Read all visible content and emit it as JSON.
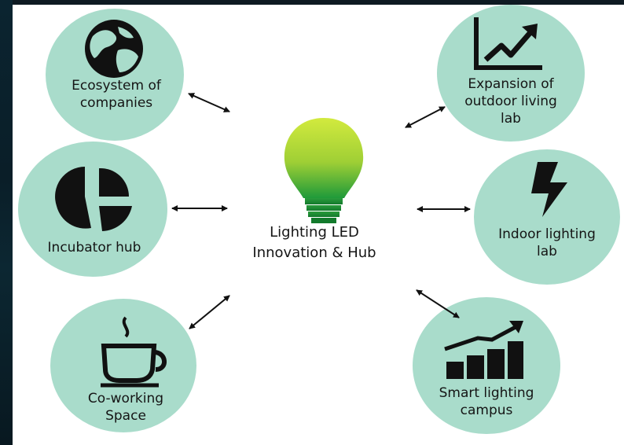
{
  "center": {
    "line1": "Lighting LED",
    "line2": "Innovation & Hub"
  },
  "nodes": {
    "ecosystem": {
      "line1": "Ecosystem of",
      "line2": "companies",
      "icon": "globe-icon"
    },
    "expansion": {
      "line1": "Expansion of",
      "line2": "outdoor living",
      "line3": "lab",
      "icon": "trend-chart-icon"
    },
    "incubator": {
      "line1": "Incubator hub",
      "icon": "pie-chart-icon"
    },
    "indoor": {
      "line1": "Indoor lighting",
      "line2": "lab",
      "icon": "lightning-bolt-icon"
    },
    "coworking": {
      "line1": "Co-working",
      "line2": "Space",
      "icon": "coffee-cup-icon"
    },
    "smart": {
      "line1": "Smart lighting",
      "line2": "campus",
      "icon": "growth-bars-icon"
    }
  },
  "colors": {
    "node_fill": "#a9dccb",
    "bulb_top": "#c8e63a",
    "bulb_bottom": "#1f9a3a",
    "icon": "#111111"
  }
}
